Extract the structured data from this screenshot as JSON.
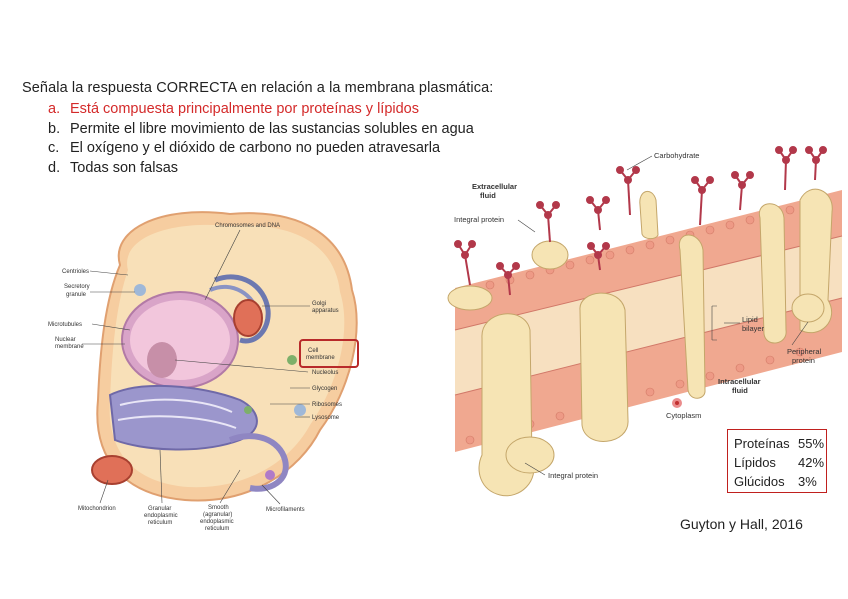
{
  "question": "Señala la respuesta CORRECTA en relación a la membrana plasmática:",
  "options": [
    {
      "letter": "a.",
      "text": "Está compuesta principalmente por proteínas y lípidos"
    },
    {
      "letter": "b.",
      "text": "Permite el libre movimiento de las sustancias solubles en agua"
    },
    {
      "letter": "c.",
      "text": "El oxígeno y el dióxido de carbono no pueden atravesarla"
    },
    {
      "letter": "d.",
      "text": "Todas son falsas"
    }
  ],
  "cell_labels": {
    "chromosomes": "Chromosomes and DNA",
    "centrioles": "Centrioles",
    "secretory": "Secretory",
    "granule": "granule",
    "microtubules": "Microtubules",
    "nuclear1": "Nuclear",
    "nuclear2": "membrane",
    "golgi1": "Golgi",
    "golgi2": "apparatus",
    "cellmem1": "Cell",
    "cellmem2": "membrane",
    "nucleolus": "Nucleolus",
    "glycogen": "Glycogen",
    "ribosomes": "Ribosomes",
    "lysosome": "Lysosome",
    "mitochondrion": "Mitochondrion",
    "granular1": "Granular",
    "granular2": "endoplasmic",
    "granular3": "reticulum",
    "smooth1": "Smooth",
    "smooth2": "(agranular)",
    "smooth3": "endoplasmic",
    "smooth4": "reticulum",
    "microfilaments": "Microfilaments"
  },
  "membrane_labels": {
    "extracellular1": "Extracellular",
    "extracellular2": "fluid",
    "carbohydrate": "Carbohydrate",
    "integral_top": "Integral protein",
    "lipid1": "Lipid",
    "lipid2": "bilayer",
    "peripheral1": "Peripheral",
    "peripheral2": "protein",
    "intracellular1": "Intracellular",
    "intracellular2": "fluid",
    "cytoplasm": "Cytoplasm",
    "integral_bottom": "Integral protein"
  },
  "composition": [
    {
      "name": "Proteínas",
      "value": "55%"
    },
    {
      "name": "Lípidos",
      "value": "42%"
    },
    {
      "name": "Glúcidos",
      "value": "3%"
    }
  ],
  "citation": "Guyton y Hall, 2016",
  "colors": {
    "correct": "#d42a2a",
    "highlight_box": "#c0201e",
    "head_group": "#f0a08e",
    "protein": "#f6e4b4",
    "carbohydrate": "#b2384a"
  }
}
